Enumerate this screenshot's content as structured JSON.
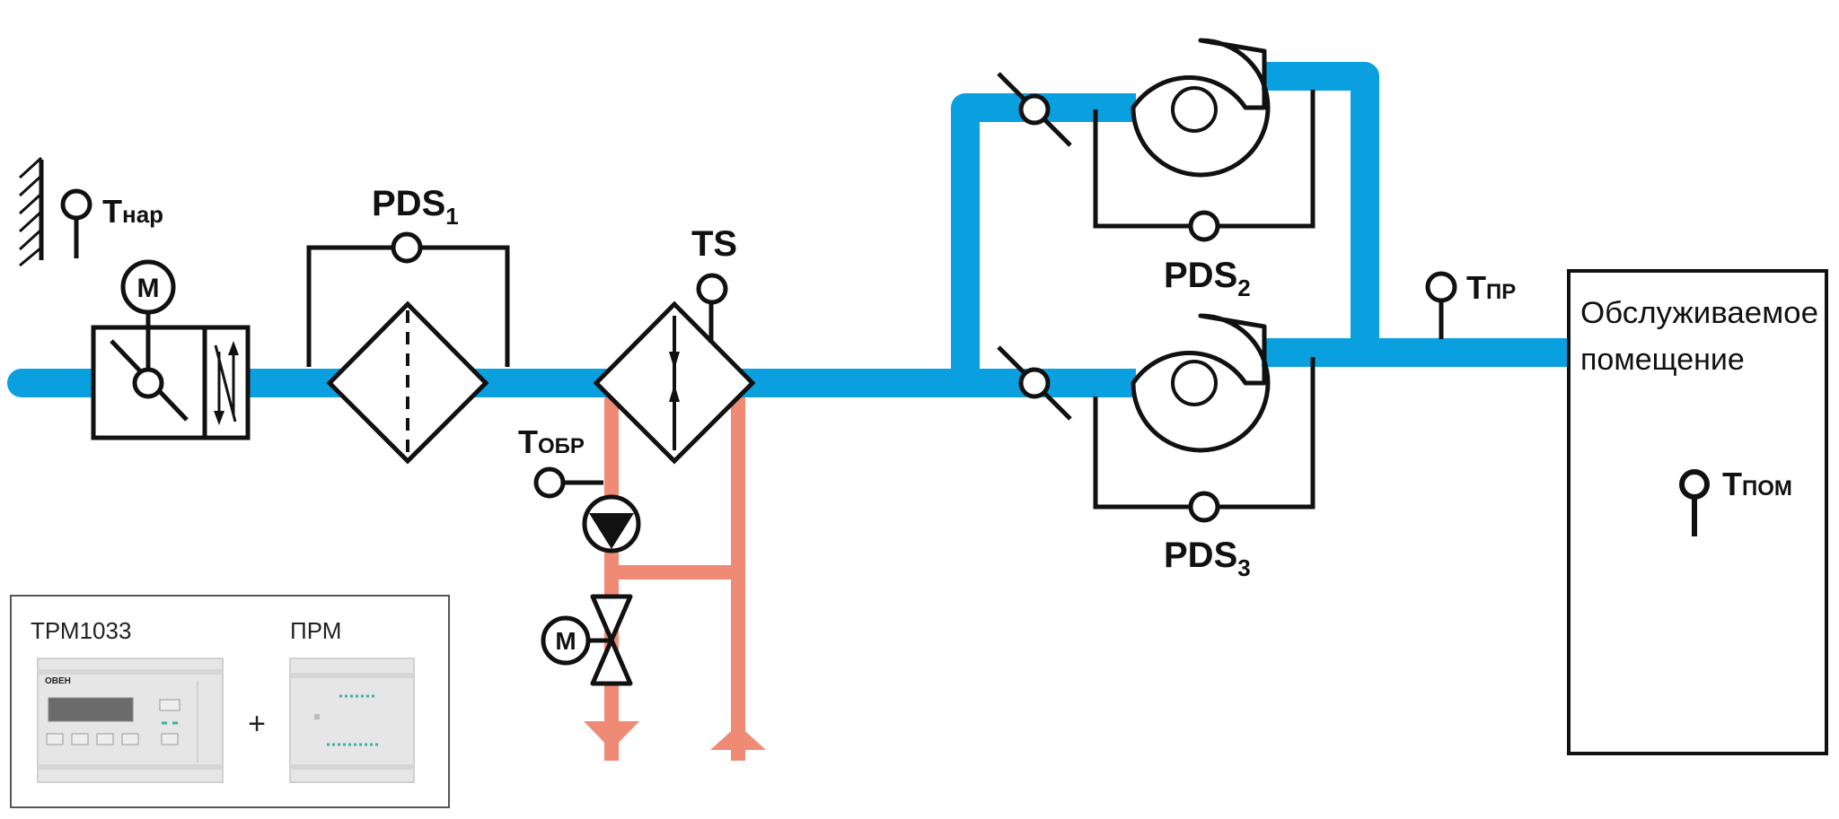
{
  "colors": {
    "air_duct": "#0aa0e0",
    "water_pipe": "#ef8a75",
    "line": "#111111"
  },
  "labels": {
    "t_outdoor": {
      "main": "T",
      "sub": "нар"
    },
    "pds1": {
      "main": "PDS",
      "sub": "1"
    },
    "ts": "TS",
    "t_return": {
      "main": "T",
      "sub": "ОБР"
    },
    "pds2": {
      "main": "PDS",
      "sub": "2"
    },
    "pds3": {
      "main": "PDS",
      "sub": "3"
    },
    "t_supply": {
      "main": "T",
      "sub": "ПР"
    },
    "t_room": {
      "main": "T",
      "sub": "ПОМ"
    },
    "motor": "M"
  },
  "room": {
    "line1": "Обслуживаемое",
    "line2": "помещение"
  },
  "controller": {
    "device1": "ТРМ1033",
    "device2": "ПРМ",
    "plus": "+",
    "brand": "ОВЕН"
  },
  "icons": [
    "wall-hatch-icon",
    "temperature-sensor-icon",
    "motor-icon",
    "air-damper-icon",
    "air-filter-icon",
    "water-heater-icon",
    "circulation-pump-icon",
    "control-valve-icon",
    "fan-icon"
  ]
}
